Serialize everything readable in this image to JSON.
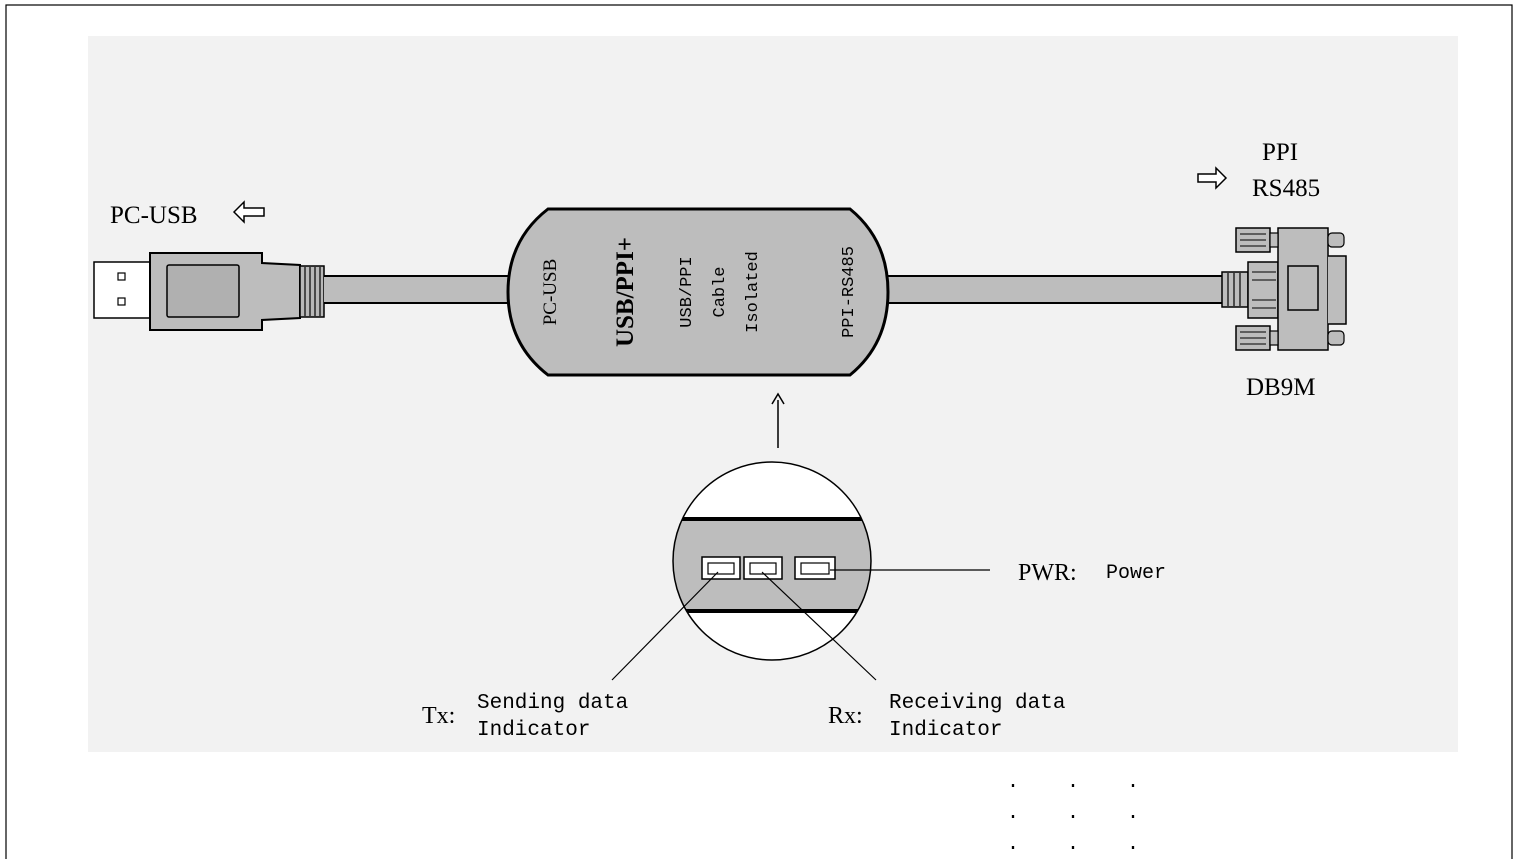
{
  "left_label": "PC-USB",
  "right_label": {
    "line1": "PPI",
    "line2": "RS485"
  },
  "connector_label": "DB9M",
  "module": {
    "left_text": "PC-USB",
    "title": "USB/PPI+",
    "middle_lines": [
      "USB/PPI",
      "Cable",
      "Isolated"
    ],
    "right_text": "PPI-RS485"
  },
  "indicators": {
    "pwr": {
      "key": "PWR:",
      "desc": "Power"
    },
    "tx": {
      "key": "Tx:",
      "line1": "Sending data",
      "line2": "Indicator"
    },
    "rx": {
      "key": "Rx:",
      "line1": "Receiving data",
      "line2": "Indicator"
    }
  },
  "dots": "."
}
